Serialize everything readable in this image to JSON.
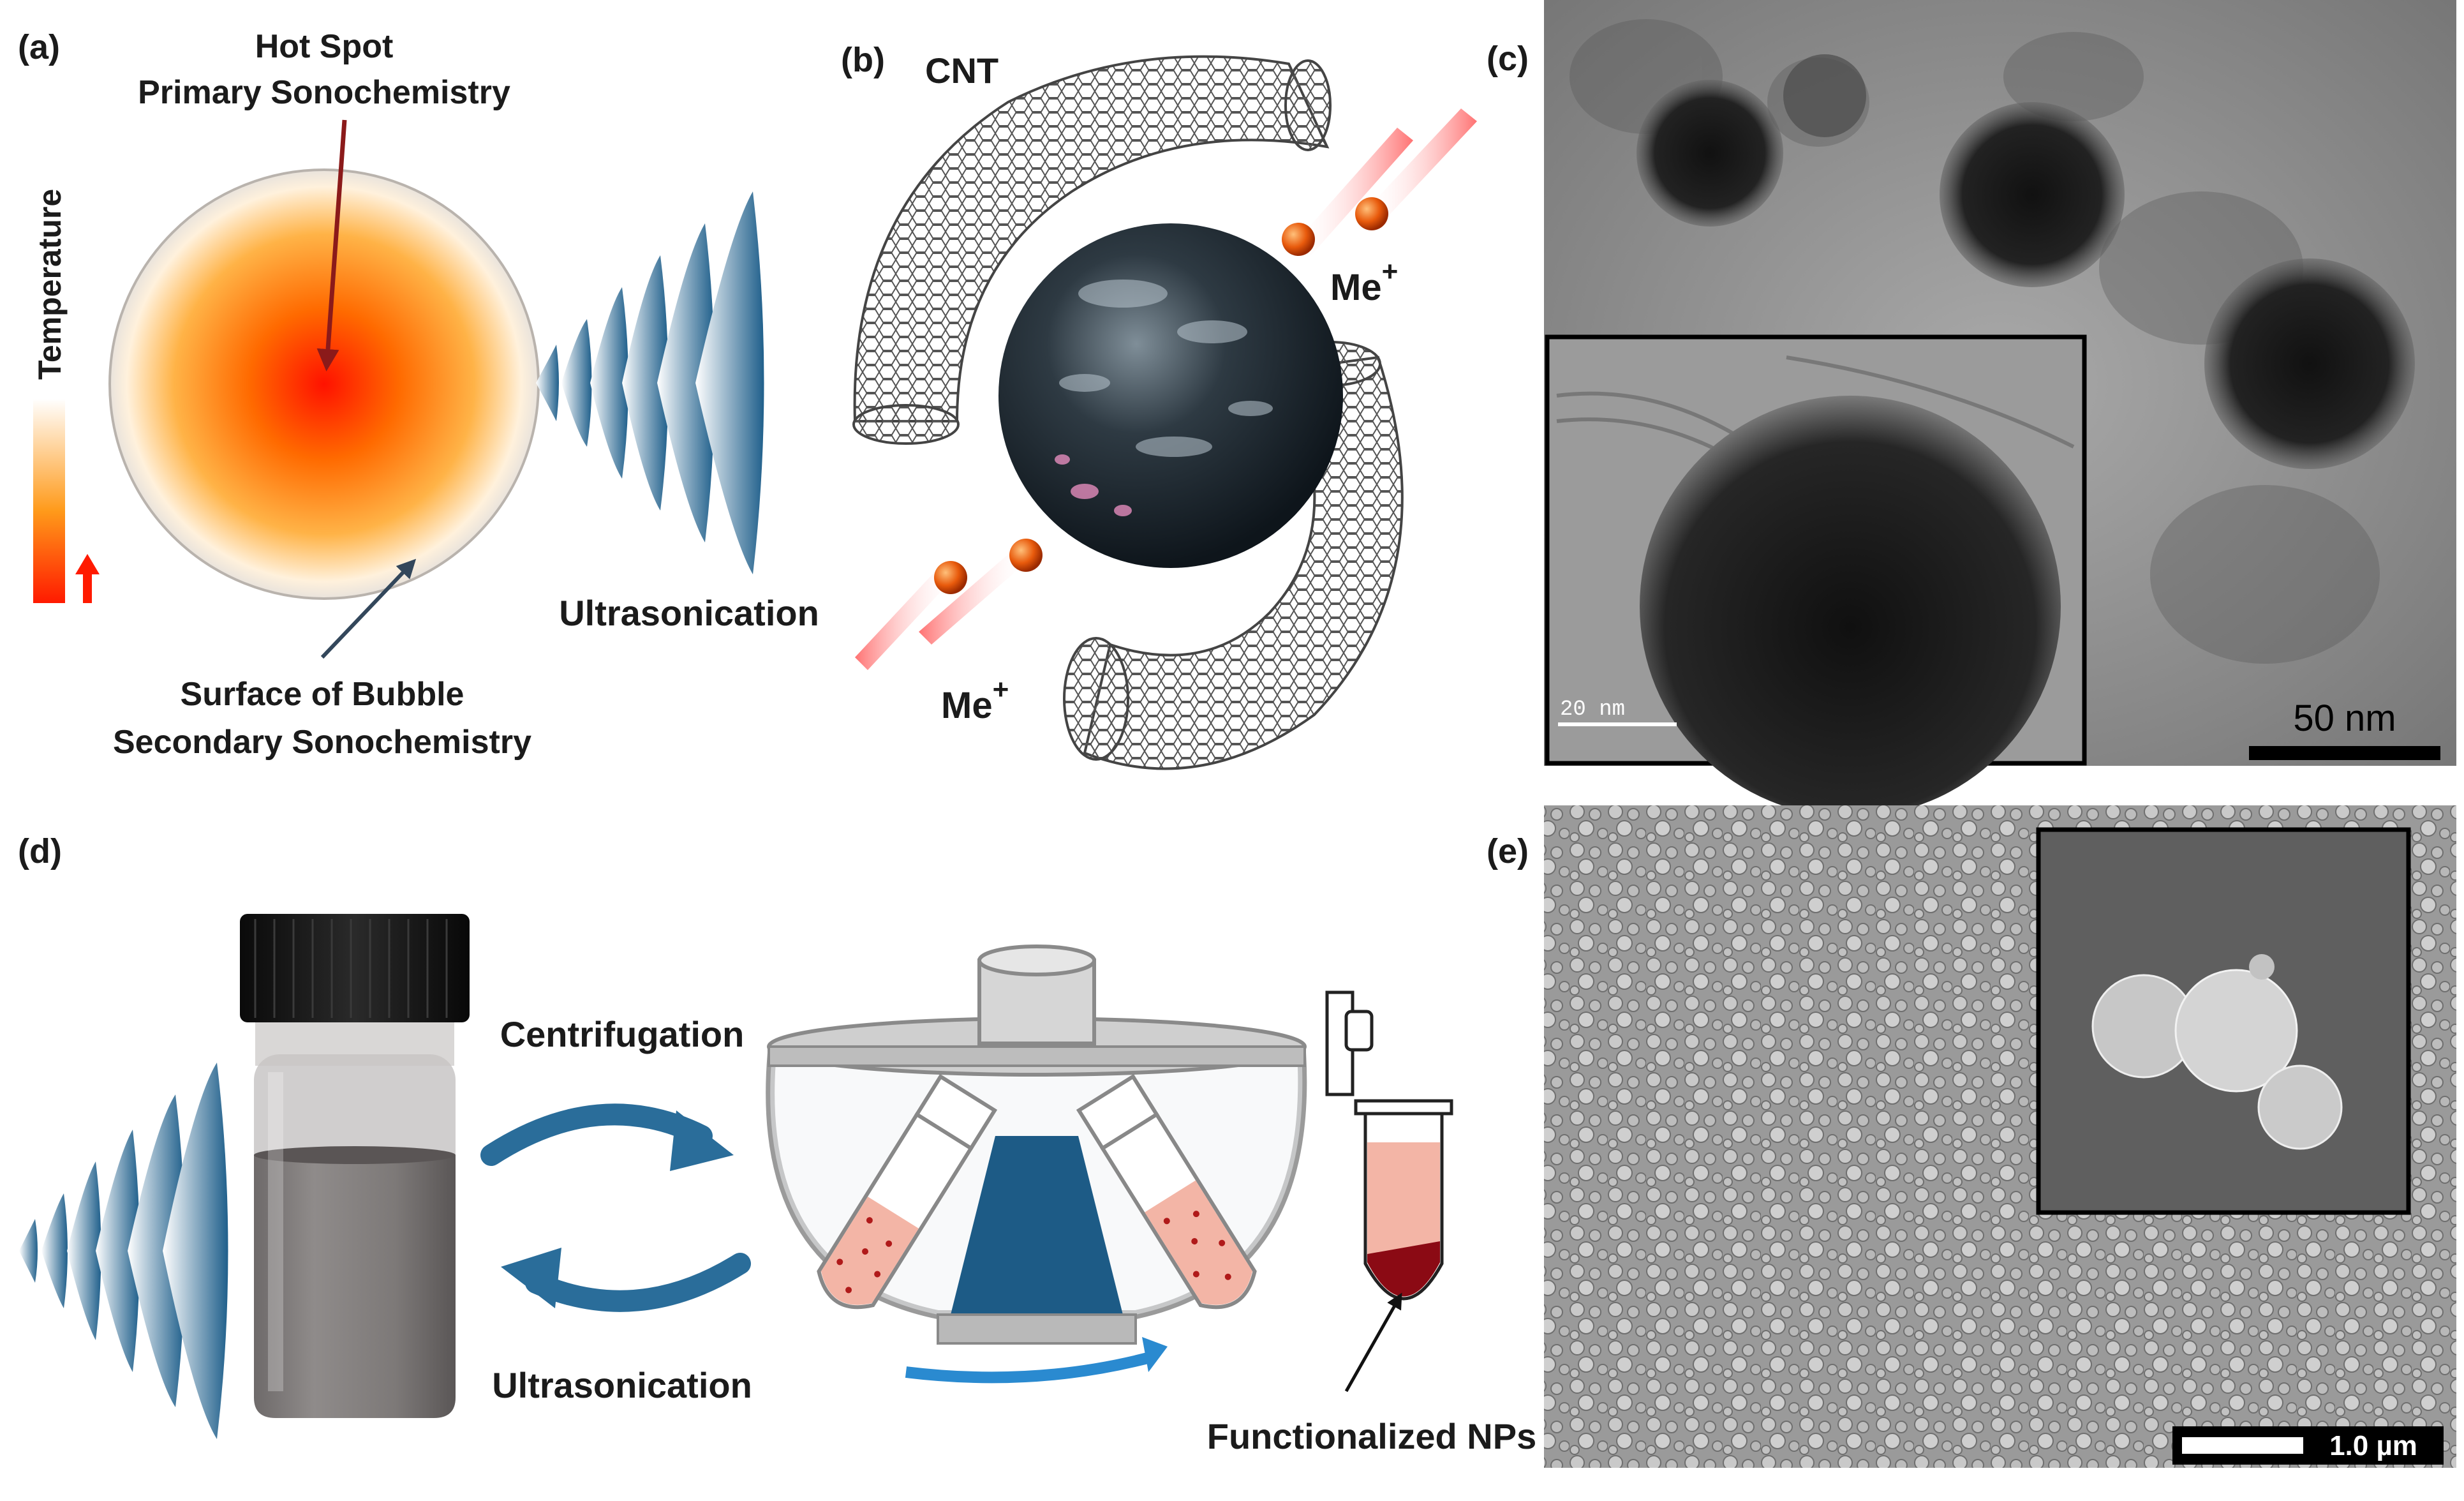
{
  "panels": {
    "a": {
      "letter": "(a)",
      "hot_spot_line1": "Hot Spot",
      "hot_spot_line2": "Primary Sonochemistry",
      "temperature": "Temperature",
      "surface_line1": "Surface of Bubble",
      "surface_line2": "Secondary Sonochemistry",
      "ultrasonication": "Ultrasonication"
    },
    "b": {
      "letter": "(b)",
      "cnt": "CNT",
      "ion_base": "Me",
      "ion_charge": "+"
    },
    "c": {
      "letter": "(c)",
      "inset_scale": "20 nm",
      "scale": "50 nm"
    },
    "d": {
      "letter": "(d)",
      "centrifugation": "Centrifugation",
      "ultrasonication": "Ultrasonication",
      "functionalized": "Functionalized NPs"
    },
    "e": {
      "letter": "(e)",
      "scale": "1.0 µm"
    }
  },
  "colors": {
    "wave_blue": "#1f5f8b",
    "arrow_blue": "#2a6d9a",
    "centrifuge_blue": "#1d5b86",
    "hot_red": "#ff1a00",
    "ion_orange": "#e85a0c",
    "tube_pink": "#f3b5a6",
    "pellet_red": "#8b0a14"
  },
  "icons": [
    "sound-wave-icon",
    "curved-arrow-icon",
    "centrifuge-icon",
    "test-tube-icon",
    "vial-icon",
    "carbon-nanotube-icon"
  ]
}
